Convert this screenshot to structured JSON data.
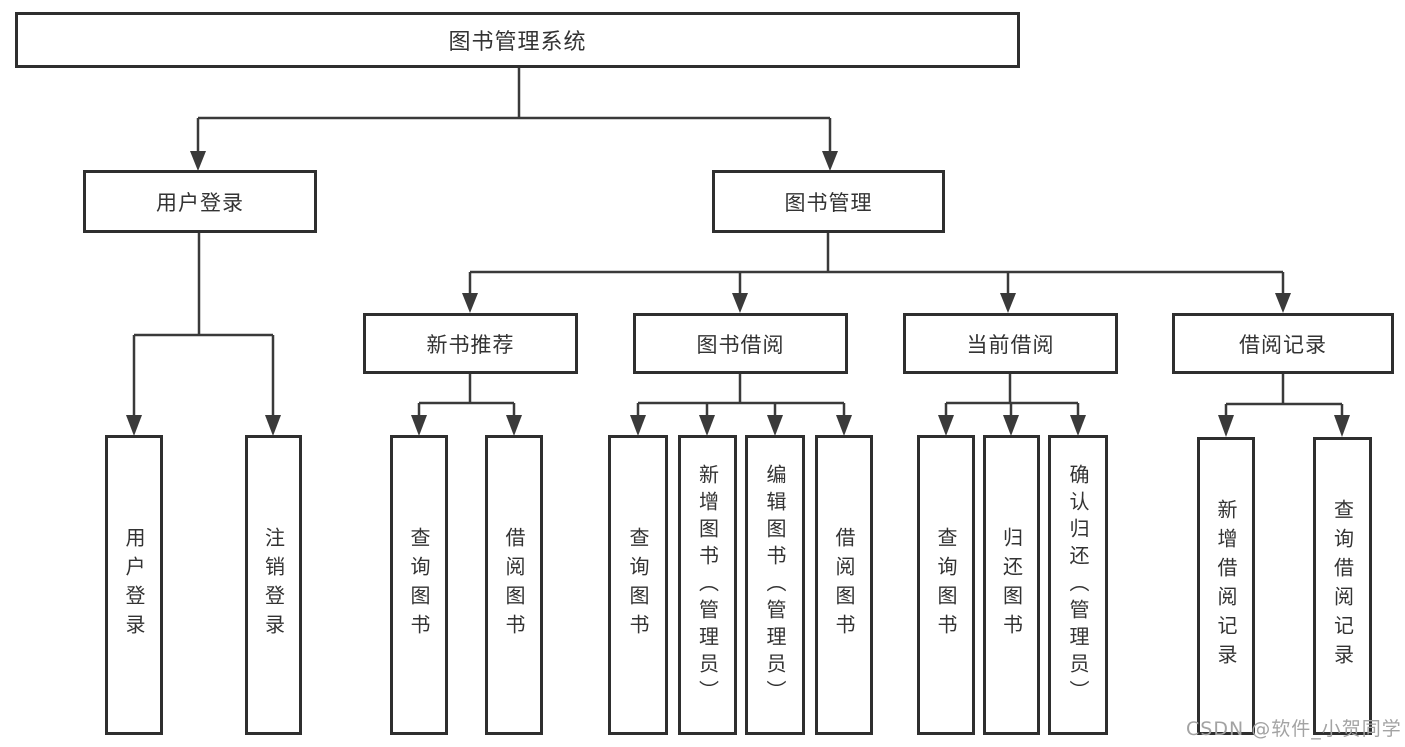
{
  "diagram": {
    "root": "图书管理系统",
    "user_login": {
      "label": "用户登录",
      "children": [
        "用户登录",
        "注销登录"
      ]
    },
    "book_management": {
      "label": "图书管理",
      "modules": [
        {
          "label": "新书推荐",
          "children": [
            "查询图书",
            "借阅图书"
          ]
        },
        {
          "label": "图书借阅",
          "children": [
            "查询图书",
            "新增图书（管理员）",
            "编辑图书（管理员）",
            "借阅图书"
          ]
        },
        {
          "label": "当前借阅",
          "children": [
            "查询图书",
            "归还图书",
            "确认归还（管理员）"
          ]
        },
        {
          "label": "借阅记录",
          "children": [
            "新增借阅记录",
            "查询借阅记录"
          ]
        }
      ]
    }
  },
  "watermark": "CSDN @软件_小贺同学",
  "colors": {
    "line": "#3a3a3a",
    "border": "#2f2f2f",
    "text": "#333333",
    "background": "#ffffff",
    "watermark": "#a3a3a3"
  }
}
